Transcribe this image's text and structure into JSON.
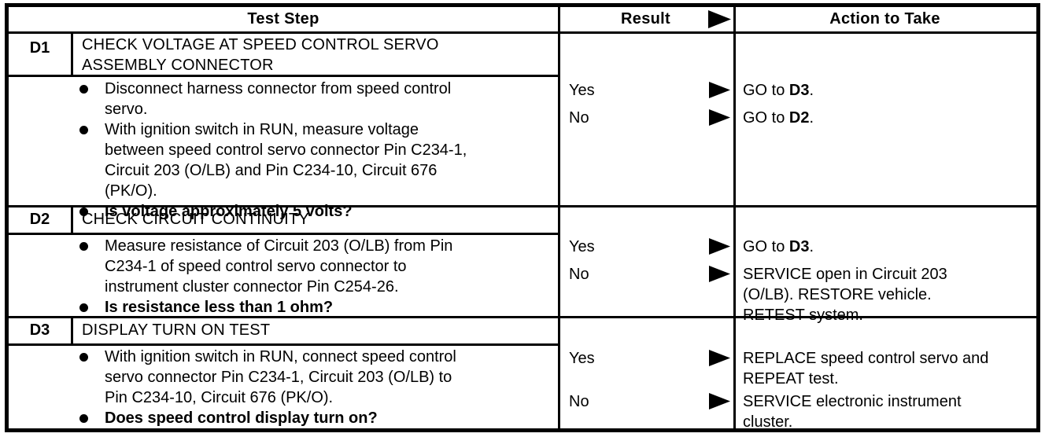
{
  "colors": {
    "ink": "#000000",
    "paper": "#ffffff"
  },
  "header": {
    "test_step": "Test Step",
    "result": "Result",
    "action": "Action to Take",
    "arrow_icon": "black-right-triangle"
  },
  "result_labels": {
    "yes": "Yes",
    "no": "No"
  },
  "steps": [
    {
      "id": "D1",
      "title": "CHECK VOLTAGE AT SPEED CONTROL SERVO ASSEMBLY CONNECTOR",
      "title_lines": [
        "CHECK VOLTAGE AT SPEED CONTROL SERVO",
        "ASSEMBLY CONNECTOR"
      ],
      "bullets": [
        {
          "bold": false,
          "lines": [
            "Disconnect harness connector from speed control",
            "servo."
          ]
        },
        {
          "bold": false,
          "lines": [
            "With ignition switch in RUN, measure voltage",
            "between speed control servo connector Pin C234-1,",
            "Circuit 203 (O/LB) and Pin C234-10, Circuit 676",
            "(PK/O)."
          ]
        },
        {
          "bold": true,
          "lines": [
            "Is voltage approximately 5 volts?"
          ]
        }
      ],
      "results": [
        {
          "label": "Yes",
          "action_lines": [
            [
              {
                "t": "GO to "
              },
              {
                "t": "D3",
                "b": true
              },
              {
                "t": "."
              }
            ]
          ]
        },
        {
          "label": "No",
          "action_lines": [
            [
              {
                "t": "GO to "
              },
              {
                "t": "D2",
                "b": true
              },
              {
                "t": "."
              }
            ]
          ]
        }
      ]
    },
    {
      "id": "D2",
      "title": "CHECK CIRCUIT CONTINUITY",
      "title_lines": [
        "CHECK CIRCUIT CONTINUITY"
      ],
      "bullets": [
        {
          "bold": false,
          "lines": [
            "Measure resistance of Circuit 203 (O/LB) from Pin",
            "C234-1 of speed control servo connector to",
            "instrument cluster connector Pin C254-26."
          ]
        },
        {
          "bold": true,
          "lines": [
            "Is resistance less than 1 ohm?"
          ]
        }
      ],
      "results": [
        {
          "label": "Yes",
          "action_lines": [
            [
              {
                "t": "GO to "
              },
              {
                "t": "D3",
                "b": true
              },
              {
                "t": "."
              }
            ]
          ]
        },
        {
          "label": "No",
          "action_lines": [
            [
              {
                "t": "SERVICE open in Circuit 203"
              }
            ],
            [
              {
                "t": "(O/LB). RESTORE vehicle."
              }
            ],
            [
              {
                "t": "RETEST system."
              }
            ]
          ]
        }
      ]
    },
    {
      "id": "D3",
      "title": "DISPLAY TURN ON TEST",
      "title_lines": [
        "DISPLAY TURN ON TEST"
      ],
      "bullets": [
        {
          "bold": false,
          "lines": [
            "With ignition switch in RUN, connect speed control",
            "servo connector Pin C234-1, Circuit 203 (O/LB) to",
            "Pin C234-10, Circuit 676 (PK/O)."
          ]
        },
        {
          "bold": true,
          "lines": [
            "Does speed control display turn on?"
          ]
        }
      ],
      "results": [
        {
          "label": "Yes",
          "action_lines": [
            [
              {
                "t": "REPLACE speed control servo and"
              }
            ],
            [
              {
                "t": "REPEAT test."
              }
            ]
          ]
        },
        {
          "label": "No",
          "action_lines": [
            [
              {
                "t": "SERVICE electronic instrument"
              }
            ],
            [
              {
                "t": "cluster."
              }
            ]
          ]
        }
      ]
    }
  ]
}
